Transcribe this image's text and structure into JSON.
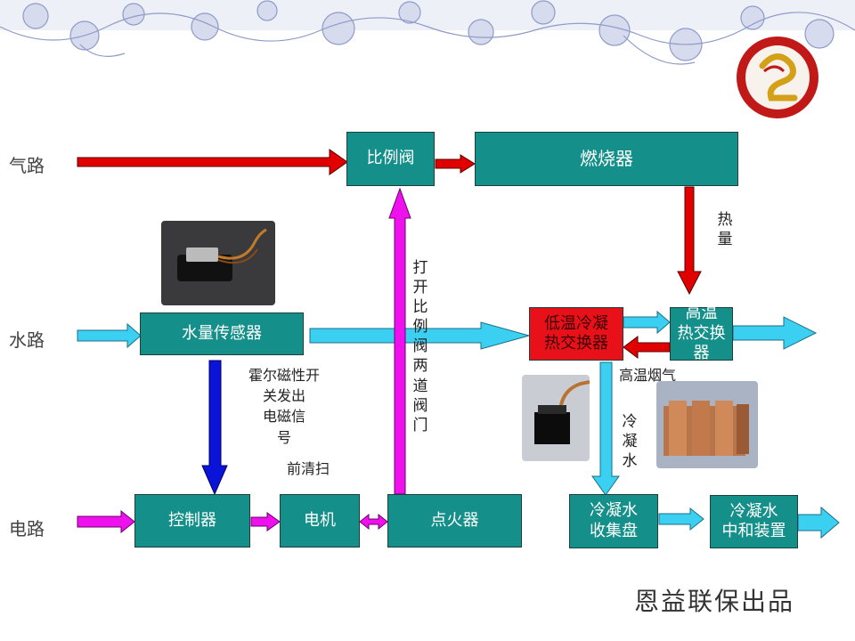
{
  "side_labels": {
    "gas": "气路",
    "water": "水路",
    "electric": "电路"
  },
  "boxes": {
    "proportional_valve": "比例阀",
    "burner": "燃烧器",
    "water_sensor": "水量传感器",
    "low_temp_hx": "低温冷凝\n热交换器",
    "high_temp_hx": "高温\n热交换器",
    "controller": "控制器",
    "motor": "电机",
    "igniter": "点火器",
    "condensate_tray": "冷凝水\n收集盘",
    "neutralizer": "冷凝水\n中和装置"
  },
  "labels": {
    "heat": "热量",
    "valve_open": "打开比例阀两道阀门",
    "hall_signal": "霍尔磁性开\n关发出\n电磁信\n号",
    "pre_purge": "前清扫",
    "high_temp_flue": "高温烟气",
    "condensate": "冷凝水"
  },
  "footer": "恩益联保出品",
  "colors": {
    "gas_arrow": "#e00000",
    "water_arrow": "#3bd0f2",
    "electric_arrow": "#ee11ee",
    "signal_arrow": "#0a14d8",
    "box_fill": "#148f8a",
    "hot_box_fill": "#e8111a"
  },
  "icons": [
    "flow-sensor-photo",
    "heat-exchanger-photo",
    "copper-heat-exchanger-photo",
    "brand-logo-icon",
    "floral-border"
  ]
}
